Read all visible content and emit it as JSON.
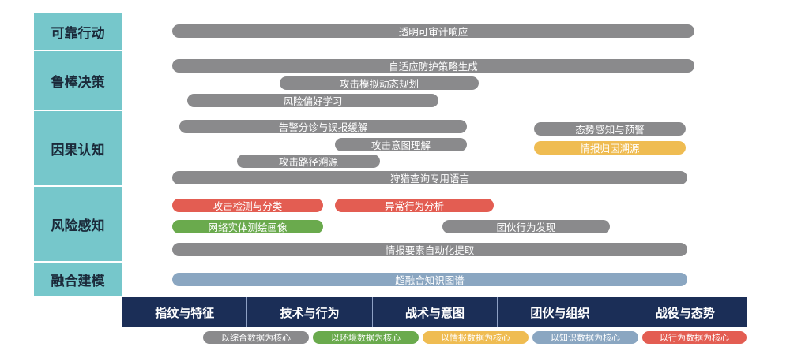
{
  "rows": [
    {
      "label": "可靠行动"
    },
    {
      "label": "鲁棒决策"
    },
    {
      "label": "因果认知"
    },
    {
      "label": "风险感知"
    },
    {
      "label": "融合建模"
    }
  ],
  "bars": {
    "b1": "透明可审计响应",
    "b2": "自适应防护策略生成",
    "b3": "攻击模拟动态规划",
    "b4": "风险偏好学习",
    "b5": "告警分诊与误报缓解",
    "b6": "态势感知与预警",
    "b7": "攻击意图理解",
    "b8": "情报归因溯源",
    "b9": "攻击路径溯源",
    "b10": "狩猎查询专用语言",
    "b11": "攻击检测与分类",
    "b12": "异常行为分析",
    "b13": "网络实体测绘画像",
    "b14": "团伙行为发现",
    "b15": "情报要素自动化提取",
    "b16": "超融合知识图谱"
  },
  "footer": [
    "指纹与特征",
    "技术与行为",
    "战术与意图",
    "团伙与组织",
    "战役与态势"
  ],
  "legend": [
    "以综合数据为核心",
    "以环境数据为核心",
    "以情报数据为核心",
    "以知识数据为核心",
    "以行为数据为核心"
  ],
  "colors": {
    "gray": "#8a8a8c",
    "red": "#e35d52",
    "green": "#6aaa4d",
    "yellow": "#efbc52",
    "blue": "#8aa6c1",
    "teal": "#76c7cb",
    "navy": "#1b2e57"
  }
}
